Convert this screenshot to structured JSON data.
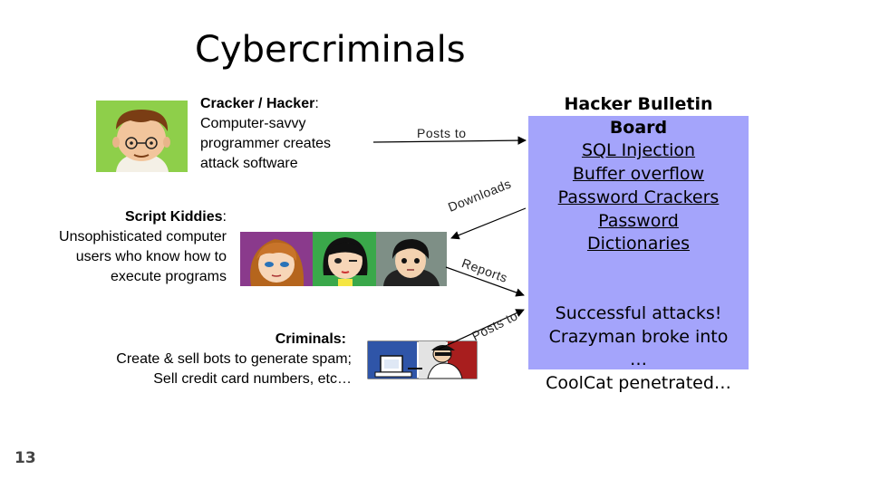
{
  "slide": {
    "title": "Cybercriminals",
    "page_number": "13"
  },
  "cracker": {
    "heading": "Cracker / Hacker",
    "heading_suffix": ":",
    "lines": [
      "Computer-savvy",
      "programmer creates",
      "attack software"
    ]
  },
  "kiddies": {
    "heading": "Script Kiddies",
    "heading_suffix": ":",
    "lines": [
      "Unsophisticated computer",
      "users who know how to",
      "execute programs"
    ]
  },
  "criminals": {
    "heading": "Criminals:",
    "lines": [
      "Create & sell bots to generate spam;",
      "Sell credit card numbers, etc…"
    ]
  },
  "board": {
    "title_line1": "Hacker Bulletin",
    "title_line2": "Board",
    "links": [
      "SQL Injection",
      "Buffer overflow",
      "Password Crackers",
      "Password",
      "Dictionaries"
    ],
    "posts": [
      "Successful attacks!",
      "Crazyman broke into",
      "…",
      "CoolCat penetrated…"
    ],
    "color": "#a4a4fb"
  },
  "arrows": {
    "cracker_to_board": "Posts to",
    "board_to_kiddies": "Downloads",
    "kiddies_to_board": "Reports",
    "criminals_to_board": "Posts to"
  }
}
